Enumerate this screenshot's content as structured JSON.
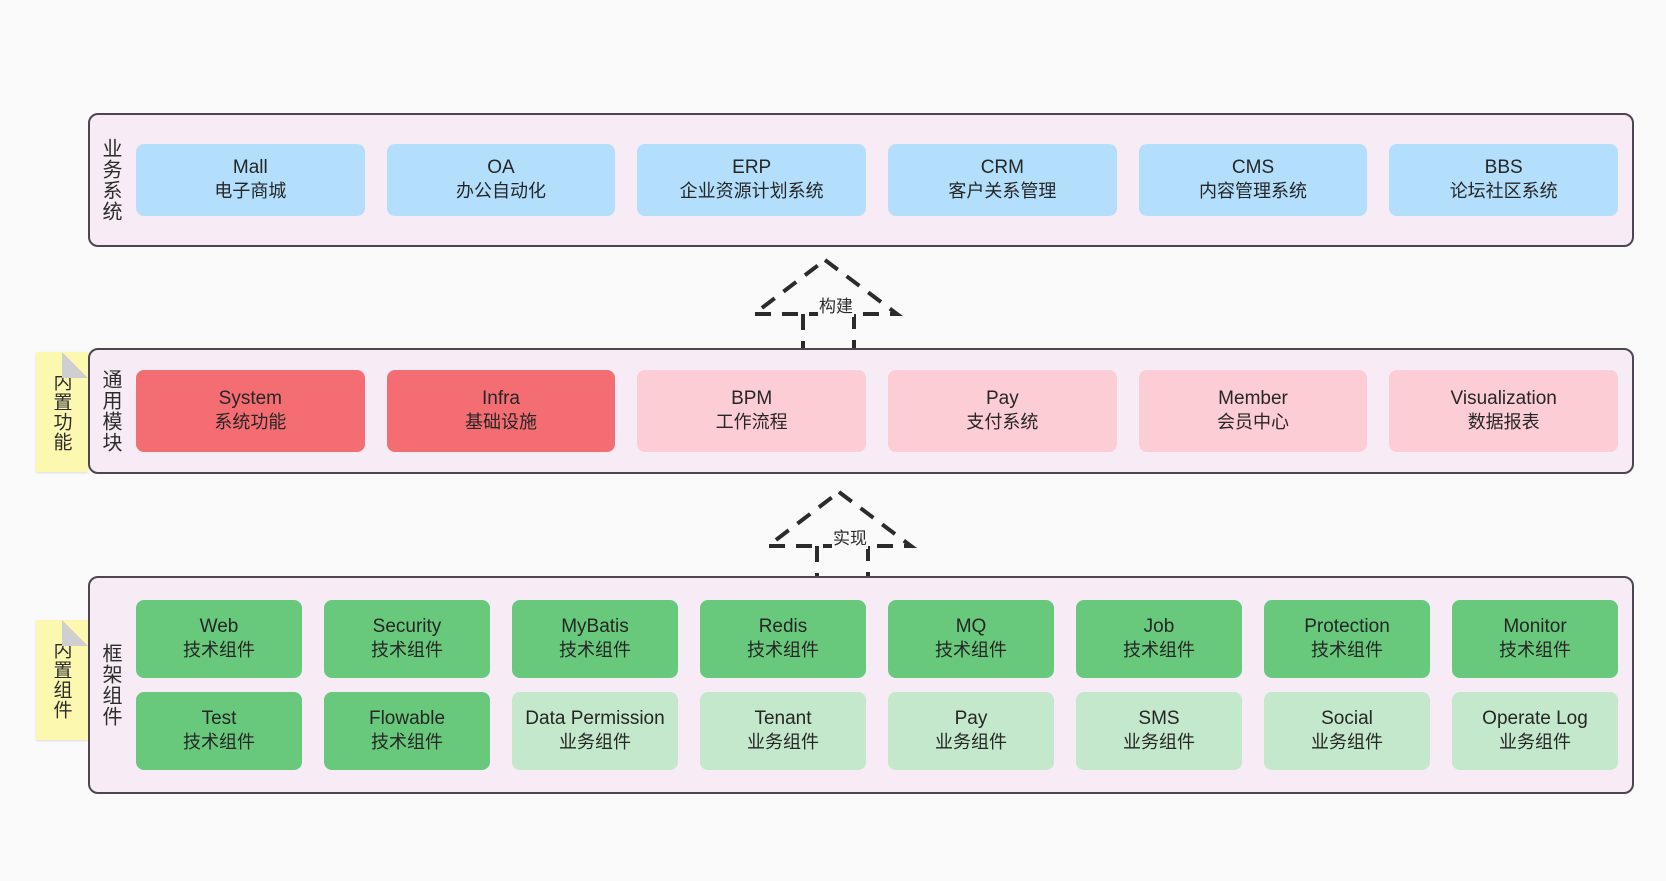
{
  "diagram": {
    "background": "#fafafa",
    "panel_bg": "#f7ebf6",
    "panel_border": "#4d4550",
    "sticky_bg": "#fcf8b0"
  },
  "layers": {
    "business": {
      "title": "业务系统",
      "color": "#b3dffc",
      "cards": [
        {
          "name": "Mall",
          "desc": "电子商城"
        },
        {
          "name": "OA",
          "desc": "办公自动化"
        },
        {
          "name": "ERP",
          "desc": "企业资源计划系统"
        },
        {
          "name": "CRM",
          "desc": "客户关系管理"
        },
        {
          "name": "CMS",
          "desc": "内容管理系统"
        },
        {
          "name": "BBS",
          "desc": "论坛社区系统"
        }
      ]
    },
    "common": {
      "title": "通用模块",
      "sticky": "内置功能",
      "color_primary": "#f46d72",
      "color_secondary": "#fccdd4",
      "cards": [
        {
          "name": "System",
          "desc": "系统功能",
          "variant": "c-red"
        },
        {
          "name": "Infra",
          "desc": "基础设施",
          "variant": "c-red"
        },
        {
          "name": "BPM",
          "desc": "工作流程",
          "variant": "c-pink"
        },
        {
          "name": "Pay",
          "desc": "支付系统",
          "variant": "c-pink"
        },
        {
          "name": "Member",
          "desc": "会员中心",
          "variant": "c-pink"
        },
        {
          "name": "Visualization",
          "desc": "数据报表",
          "variant": "c-pink"
        }
      ]
    },
    "framework": {
      "title": "框架组件",
      "sticky": "内置组件",
      "color_primary": "#68c97c",
      "color_secondary": "#c3e8cb",
      "row1": [
        {
          "name": "Web",
          "desc": "技术组件",
          "variant": "c-green"
        },
        {
          "name": "Security",
          "desc": "技术组件",
          "variant": "c-green"
        },
        {
          "name": "MyBatis",
          "desc": "技术组件",
          "variant": "c-green"
        },
        {
          "name": "Redis",
          "desc": "技术组件",
          "variant": "c-green"
        },
        {
          "name": "MQ",
          "desc": "技术组件",
          "variant": "c-green"
        },
        {
          "name": "Job",
          "desc": "技术组件",
          "variant": "c-green"
        },
        {
          "name": "Protection",
          "desc": "技术组件",
          "variant": "c-green"
        },
        {
          "name": "Monitor",
          "desc": "技术组件",
          "variant": "c-green"
        }
      ],
      "row2": [
        {
          "name": "Test",
          "desc": "技术组件",
          "variant": "c-green"
        },
        {
          "name": "Flowable",
          "desc": "技术组件",
          "variant": "c-green"
        },
        {
          "name": "Data Permission",
          "desc": "业务组件",
          "variant": "c-lightgreen"
        },
        {
          "name": "Tenant",
          "desc": "业务组件",
          "variant": "c-lightgreen"
        },
        {
          "name": "Pay",
          "desc": "业务组件",
          "variant": "c-lightgreen"
        },
        {
          "name": "SMS",
          "desc": "业务组件",
          "variant": "c-lightgreen"
        },
        {
          "name": "Social",
          "desc": "业务组件",
          "variant": "c-lightgreen"
        },
        {
          "name": "Operate Log",
          "desc": "业务组件",
          "variant": "c-lightgreen"
        }
      ]
    }
  },
  "connectors": [
    {
      "id": "build",
      "label": "构建"
    },
    {
      "id": "impl",
      "label": "实现"
    }
  ]
}
